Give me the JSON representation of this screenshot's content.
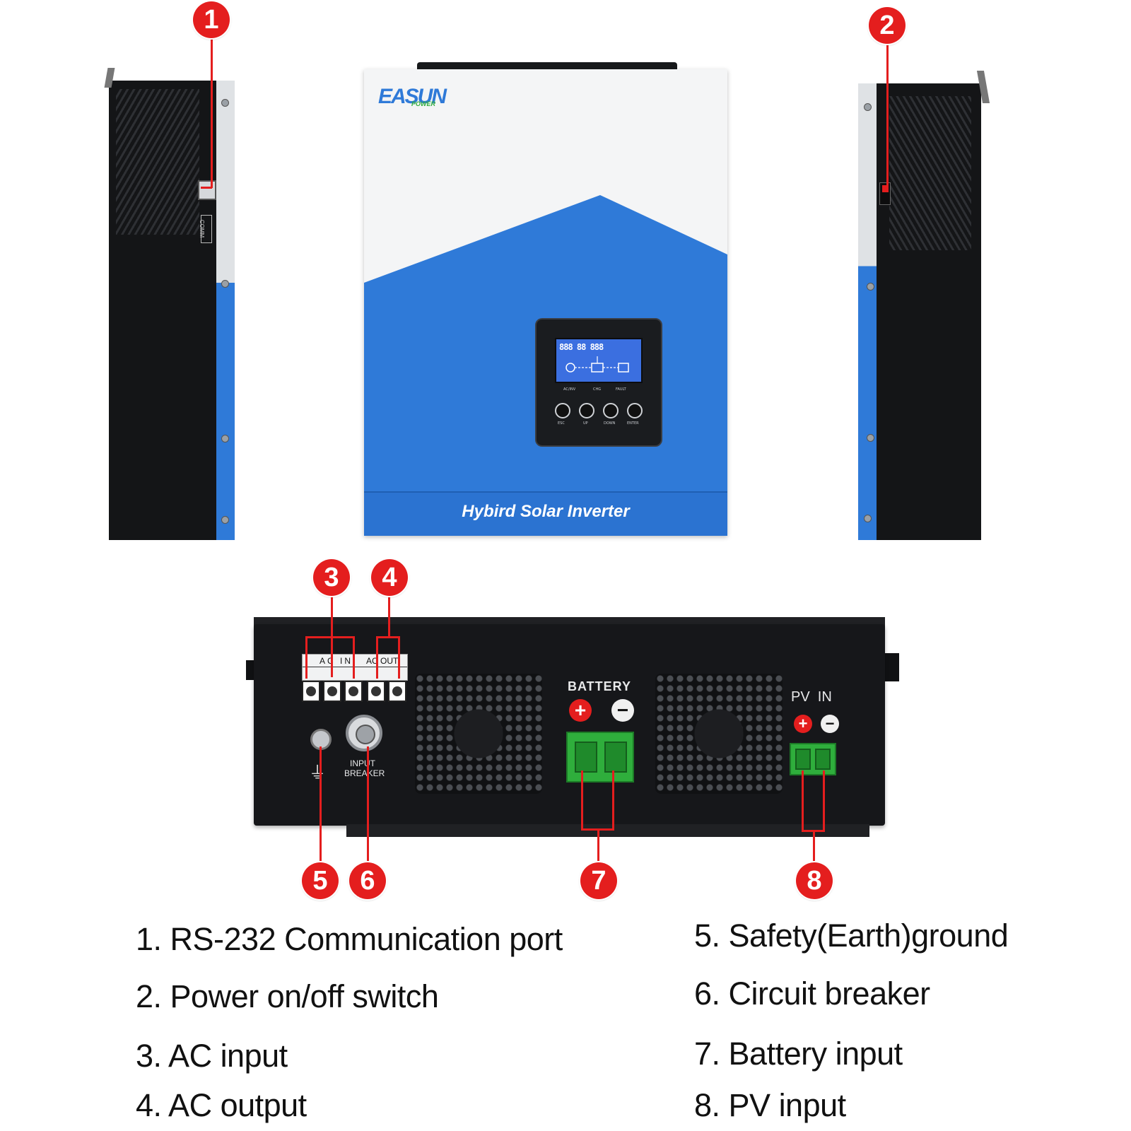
{
  "brand": {
    "name": "EASUN",
    "sub": "POWER"
  },
  "front_label": "Hybird Solar Inverter",
  "left_side_label": "COMM",
  "markers": [
    "1",
    "2",
    "3",
    "4",
    "5",
    "6",
    "7",
    "8"
  ],
  "rear_panel": {
    "ac_in": "AC IN",
    "ac_out": "AC OUT",
    "battery": "BATTERY",
    "pv_in": "PV  IN",
    "input_breaker_line1": "INPUT",
    "input_breaker_line2": "BREAKER",
    "plus": "+",
    "minus": "−",
    "earth_symbol": "⏚"
  },
  "lcd": {
    "readout": "888 88 888",
    "buttons": [
      "ESC",
      "UP",
      "DOWN",
      "ENTER"
    ],
    "indicators": [
      "AC/INV",
      "CHG",
      "FAULT"
    ]
  },
  "legend": {
    "left": [
      "1. RS-232 Communication port",
      "2. Power on/off switch",
      "3. AC input",
      "4. AC output"
    ],
    "right": [
      "5. Safety(Earth)ground",
      "6. Circuit breaker",
      "7. Battery input",
      "8. PV input"
    ]
  },
  "colors": {
    "marker": "#e41e1e",
    "front_blue": "#2f7ad8",
    "terminal_green": "#2fae3c"
  }
}
